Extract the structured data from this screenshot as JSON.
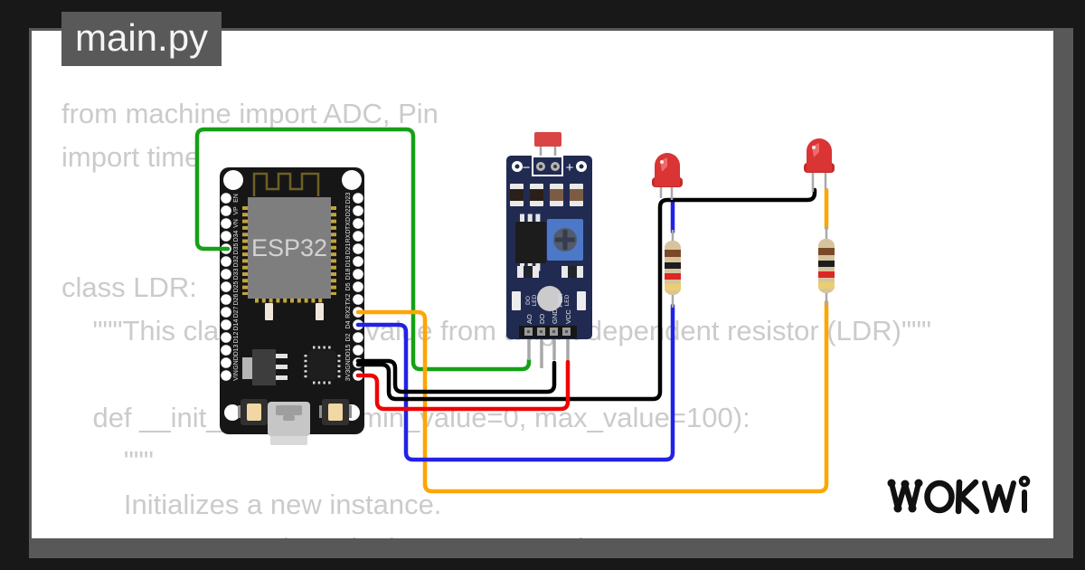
{
  "window": {
    "tab_label": "main.py"
  },
  "logo": {
    "text": "WOKWI"
  },
  "code": {
    "lines": [
      "from machine import ADC, Pin",
      "import time",
      "",
      "",
      "class LDR:",
      "    \"\"\"This class read the value from a light dependent resistor (LDR)\"\"\"",
      "",
      "    def __init__(self, pin, min_value=0, max_value=100):",
      "        \"\"\"",
      "        Initializes a new instance.",
      "        :parameter pin A pin that's connected to an LDR."
    ]
  },
  "esp32": {
    "label": "ESP32",
    "left_pins": [
      "EN",
      "VP",
      "VN",
      "D34",
      "D35",
      "D32",
      "D33",
      "D25",
      "D26",
      "D27",
      "D14",
      "D12",
      "D13",
      "GND",
      "VIN"
    ],
    "right_pins": [
      "D23",
      "D22",
      "TXD",
      "RXD",
      "D21",
      "D19",
      "D18",
      "D5",
      "TX2",
      "RX2",
      "D4",
      "D2",
      "D15",
      "GND",
      "3V3"
    ]
  },
  "sensor": {
    "terminal_minus": "−",
    "terminal_plus": "+",
    "pins": [
      "AO",
      "DO",
      "GND",
      "VCC"
    ],
    "indicators": [
      "DO",
      "LED",
      "PWR",
      "LED"
    ]
  },
  "colors": {
    "background": "#181818",
    "shadow_gray": "#585858",
    "card": "#ffffff",
    "code_text": "#cbcbcb",
    "tab_bg": "#595959",
    "tab_text": "#f5f5f5",
    "wire_green": "#17a017",
    "wire_orange": "#ffa500",
    "wire_blue": "#2222e6",
    "wire_red": "#ee0404",
    "wire_black": "#000000",
    "esp32_pcb": "#161616",
    "sensor_pcb": "#212b52",
    "led_body": "#da3434",
    "pot_blue": "#4d78c8"
  },
  "resistor_bands": [
    "#7a4a28",
    "#1d1d1d",
    "#dc2727",
    "#e9cf72"
  ],
  "connections": [
    {
      "color": "green",
      "from": "sensor AO",
      "to": "ESP32 D35"
    },
    {
      "color": "orange",
      "from": "resistor-2 (LED 2)",
      "to": "ESP32 RX2"
    },
    {
      "color": "blue",
      "from": "resistor-1 (LED 1)",
      "to": "ESP32 D4"
    },
    {
      "color": "black",
      "from": "sensor GND",
      "to": "ESP32 GND"
    },
    {
      "color": "black",
      "from": "LED cathodes",
      "to": "ESP32 GND"
    },
    {
      "color": "red",
      "from": "sensor VCC",
      "to": "ESP32 3V3"
    }
  ]
}
